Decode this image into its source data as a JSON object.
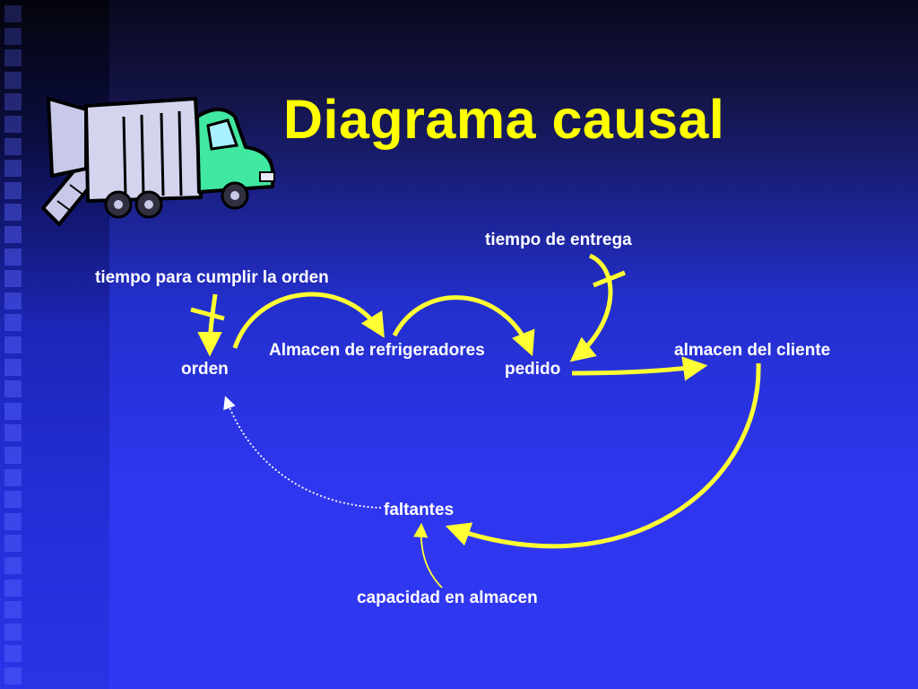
{
  "slide": {
    "title": "Diagrama causal"
  },
  "colors": {
    "background": "#2f36f0",
    "band": "#242ed6",
    "title": "#ffff00",
    "arrow": "#ffff33",
    "label": "#ffffff",
    "truck_cab": "#40e8a0",
    "truck_body": "#c8c8e8"
  },
  "illustration": {
    "icon": "truck-icon"
  },
  "diagram": {
    "nodes": [
      {
        "id": "tiempo-entrega",
        "label": "tiempo de entrega"
      },
      {
        "id": "tiempo-cumplir",
        "label": "tiempo para cumplir la orden"
      },
      {
        "id": "almacen-refrigeradores",
        "label": "Almacen de refrigeradores"
      },
      {
        "id": "almacen-cliente",
        "label": "almacen del cliente"
      },
      {
        "id": "orden",
        "label": "orden"
      },
      {
        "id": "pedido",
        "label": "pedido"
      },
      {
        "id": "faltantes",
        "label": "faltantes"
      },
      {
        "id": "capacidad-almacen",
        "label": "capacidad en almacen"
      }
    ],
    "edges": [
      {
        "from": "orden",
        "to": "almacen-refrigeradores",
        "style": "solid"
      },
      {
        "from": "almacen-refrigeradores",
        "to": "pedido",
        "style": "solid"
      },
      {
        "from": "tiempo-entrega",
        "to": "pedido",
        "style": "solid",
        "delay": true
      },
      {
        "from": "tiempo-cumplir",
        "to": "orden",
        "style": "solid",
        "delay": true
      },
      {
        "from": "pedido",
        "to": "almacen-cliente",
        "style": "solid"
      },
      {
        "from": "almacen-cliente",
        "to": "faltantes",
        "style": "solid"
      },
      {
        "from": "faltantes",
        "to": "orden",
        "style": "dotted"
      },
      {
        "from": "capacidad-almacen",
        "to": "faltantes",
        "style": "thin"
      }
    ]
  }
}
